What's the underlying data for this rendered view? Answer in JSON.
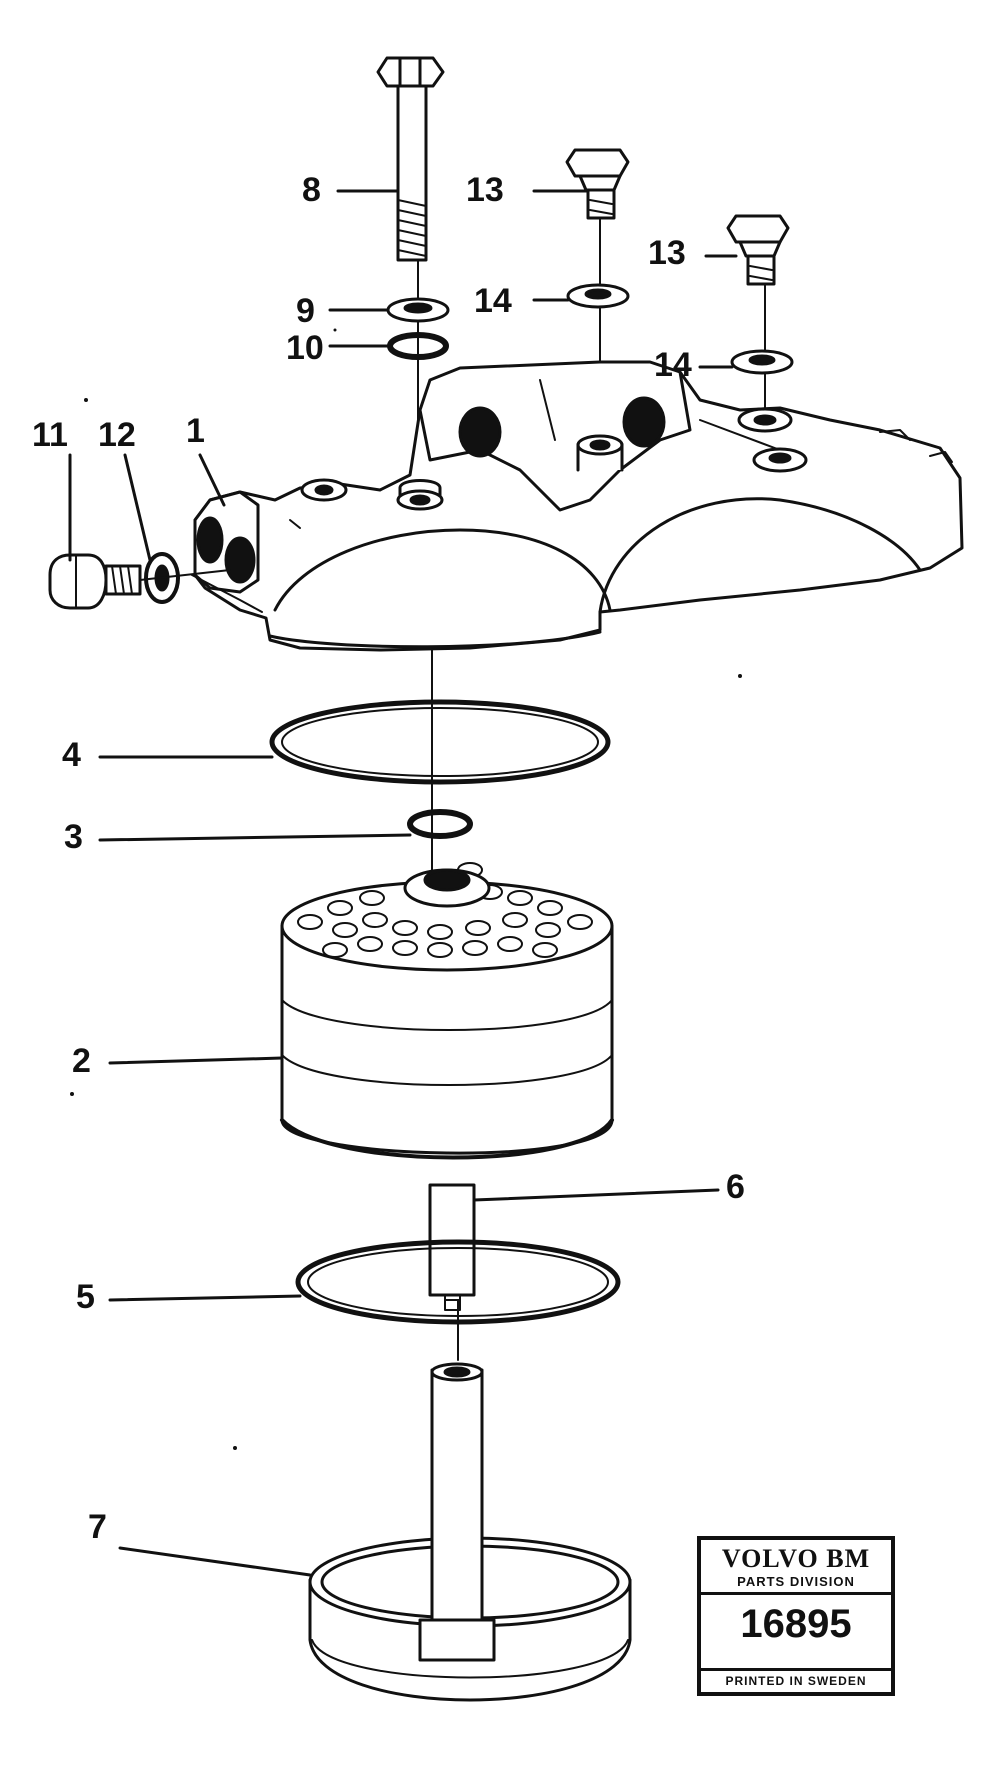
{
  "labels": [
    {
      "id": "11",
      "text": "11"
    },
    {
      "id": "12",
      "text": "12"
    },
    {
      "id": "1",
      "text": "1"
    },
    {
      "id": "8",
      "text": "8"
    },
    {
      "id": "9",
      "text": "9"
    },
    {
      "id": "10",
      "text": "10"
    },
    {
      "id": "13a",
      "text": "13"
    },
    {
      "id": "14a",
      "text": "14"
    },
    {
      "id": "13b",
      "text": "13"
    },
    {
      "id": "14b",
      "text": "14"
    },
    {
      "id": "4",
      "text": "4"
    },
    {
      "id": "3",
      "text": "3"
    },
    {
      "id": "2",
      "text": "2"
    },
    {
      "id": "6",
      "text": "6"
    },
    {
      "id": "5",
      "text": "5"
    },
    {
      "id": "7",
      "text": "7"
    }
  ],
  "stamp": {
    "brand": "VOLVO BM",
    "division": "PARTS DIVISION",
    "number": "16895",
    "printed": "PRINTED IN SWEDEN"
  }
}
